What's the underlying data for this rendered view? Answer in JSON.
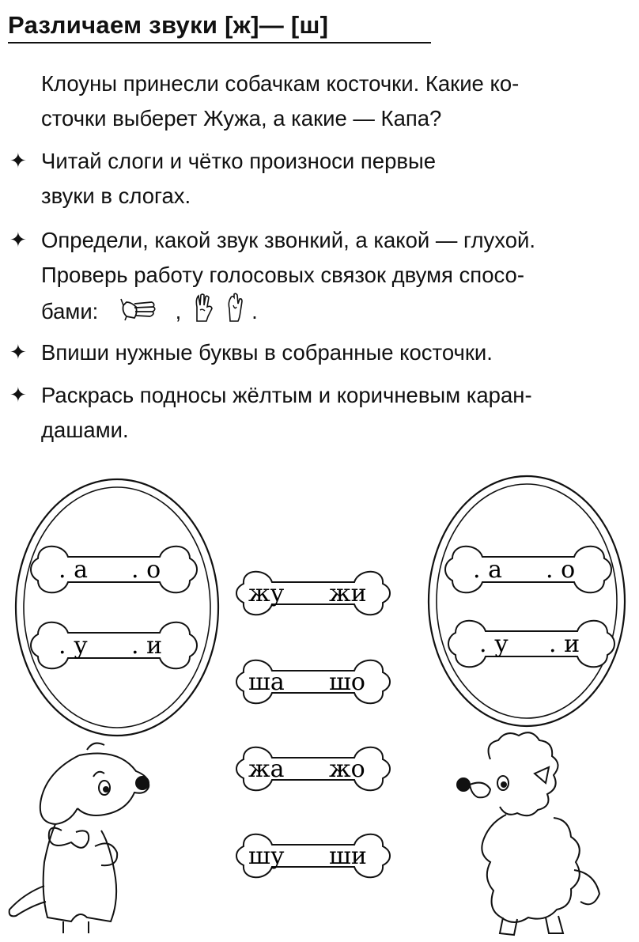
{
  "title": "Различаем звуки [ж]— [ш]",
  "intro": [
    "Клоуны принесли собачкам косточки. Какие ко-",
    "сточки выберет Жужа, а какие — Капа?"
  ],
  "instructions": [
    {
      "lines": [
        "Читай слоги и чётко произноси первые",
        "звуки в слогах."
      ]
    },
    {
      "lines": [
        "Определи, какой звук звонкий, а какой — глухой.",
        "Проверь работу голосовых связок двумя спосо-"
      ],
      "last": "бами:"
    },
    {
      "lines": [
        "Впиши нужные буквы в собранные косточки."
      ]
    },
    {
      "lines": [
        "Раскрась подносы жёлтым и коричневым каран-",
        "дашами."
      ]
    }
  ],
  "bullet_symbol": "✦",
  "hands_separator": ",",
  "hands_end": ".",
  "left_tray": [
    {
      "l": ". а",
      "r": ". о"
    },
    {
      "l": ". у",
      "r": ". и"
    }
  ],
  "right_tray": [
    {
      "l": ". а",
      "r": ". о"
    },
    {
      "l": ". у",
      "r": ". и"
    }
  ],
  "center_bones": [
    {
      "l": "жу",
      "r": "жи"
    },
    {
      "l": "ша",
      "r": "шо"
    },
    {
      "l": "жа",
      "r": "жо"
    },
    {
      "l": "шу",
      "r": "ши"
    }
  ]
}
